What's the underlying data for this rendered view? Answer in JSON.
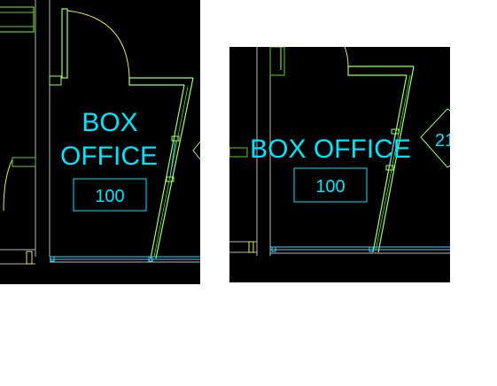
{
  "views": [
    {
      "room_name_line1": "BOX",
      "room_name_line2": "OFFICE",
      "room_number": "100"
    },
    {
      "room_name": "BOX OFFICE",
      "room_number": "100",
      "partial_tag": "21"
    }
  ],
  "colors": {
    "background": "#000000",
    "text": "#00e5ff",
    "wall": "#9cff63",
    "wall_dim": "#5fd12a",
    "window": "#3fd3ff",
    "door_arc": "#e6e65c",
    "gray": "#b9b9b9"
  }
}
